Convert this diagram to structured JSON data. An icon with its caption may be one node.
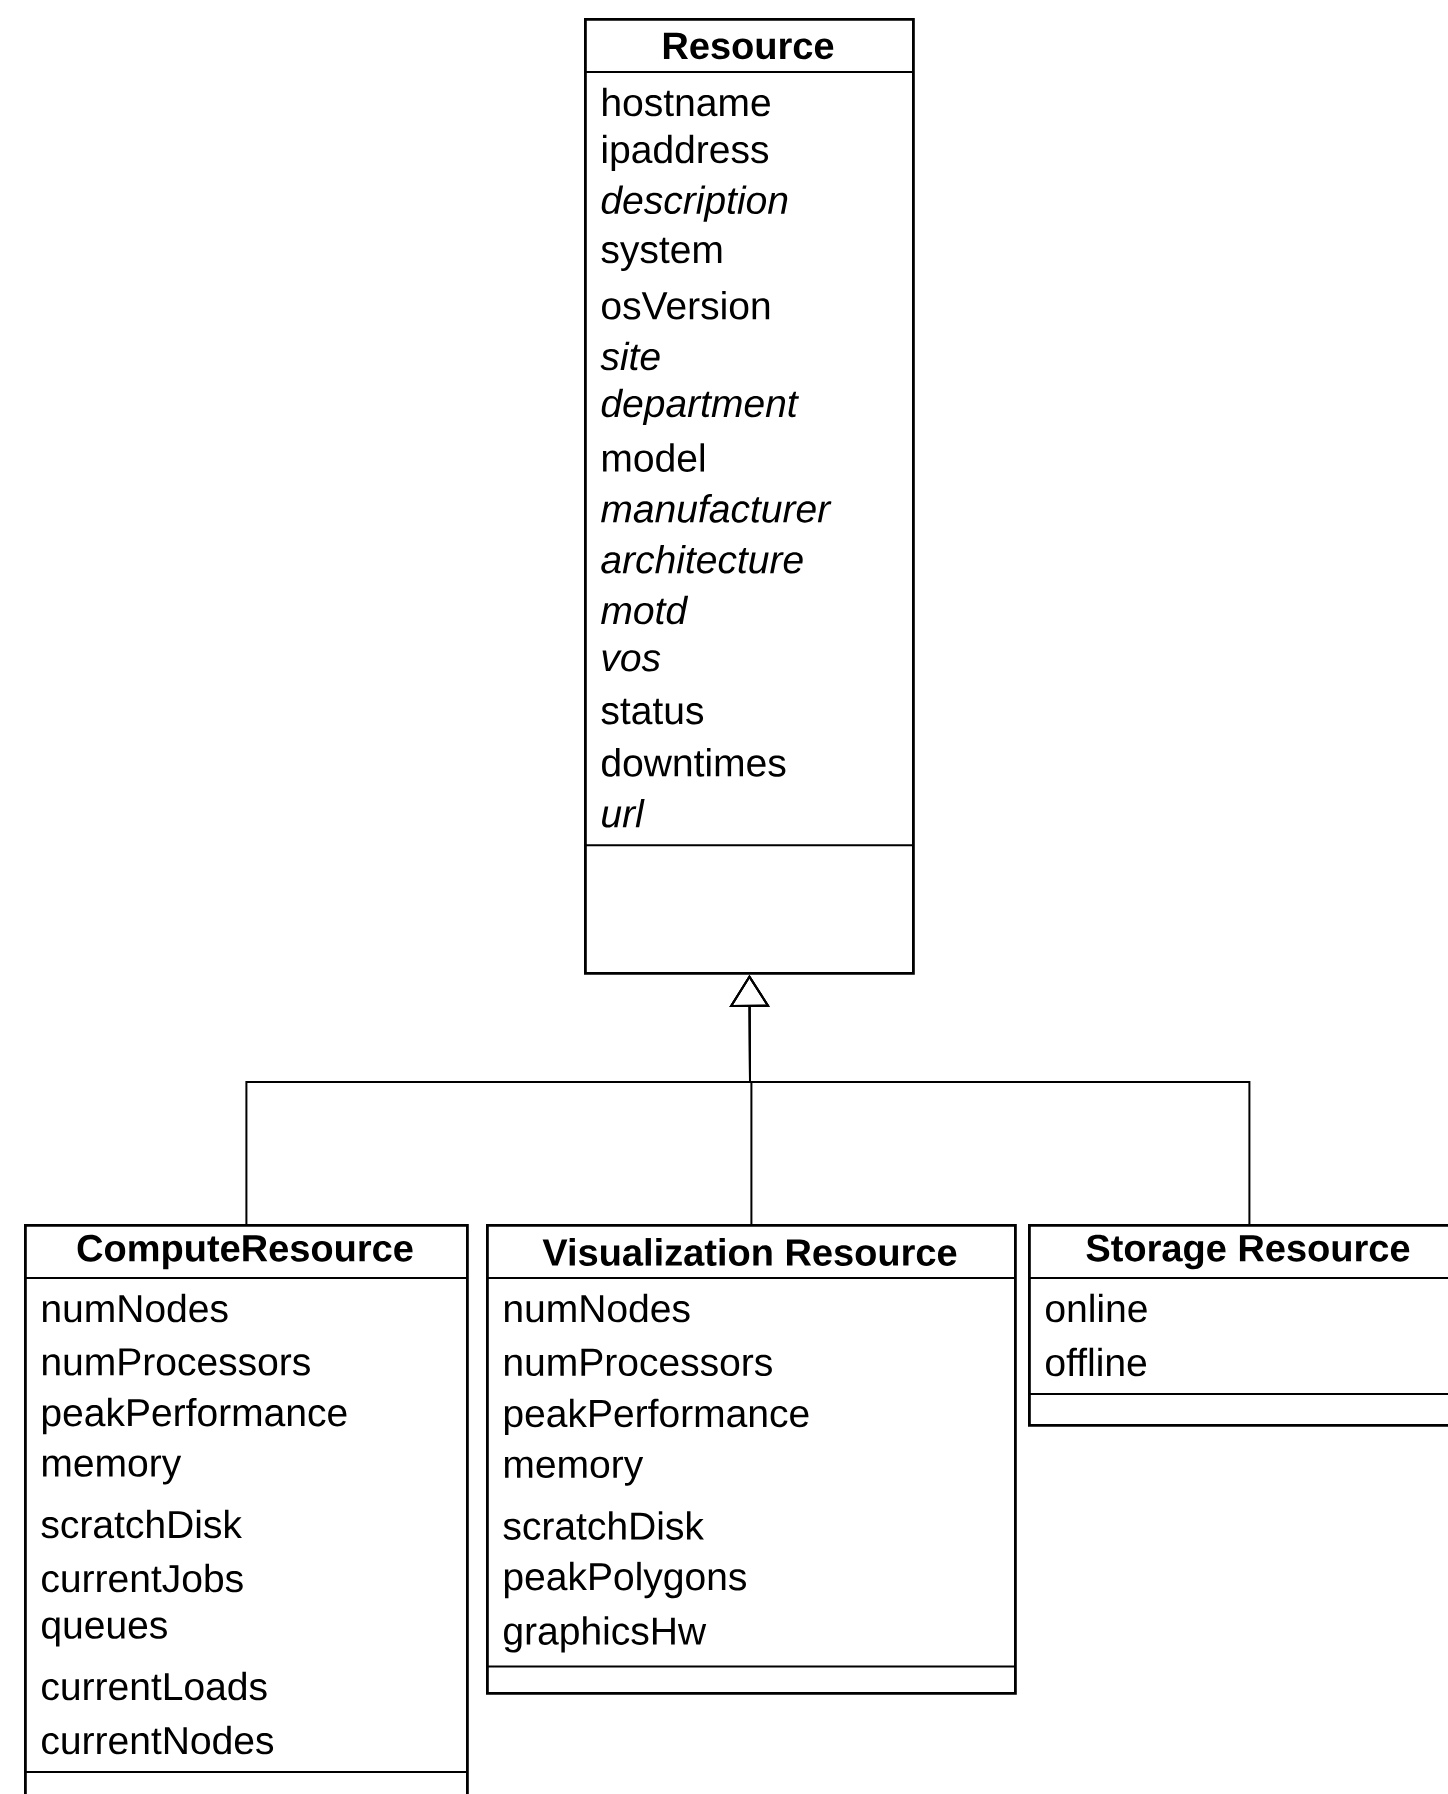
{
  "diagram": {
    "nodes": [
      {
        "text": [
          "Resource",
          "hostname",
          "ipaddress",
          "*description*",
          "system",
          "osVersion",
          "*site*",
          "*department*",
          "model",
          "*manufacturer*",
          "*architecture*",
          "*motd*",
          "*vos*",
          "status",
          "downtimes",
          "*url*"
        ]
      },
      {
        "text": [
          "ComputeResource",
          "numNodes",
          "numProcessors",
          "peakPerformance",
          "memory",
          "scratchDisk",
          "currentJobs",
          "queues",
          "currentLoads",
          "currentNodes"
        ]
      },
      {
        "text": [
          "Visualization Resource",
          "numNodes",
          "numProcessors",
          "peakPerformance",
          "memory",
          "scratchDisk",
          "peakPolygons",
          "graphicsHw"
        ]
      },
      {
        "text": [
          "Storage Resource",
          "online",
          "offline"
        ]
      }
    ],
    "edges": [
      {
        "from": 1,
        "to": 0,
        "arrow": "to"
      },
      {
        "from": 2,
        "to": 0,
        "arrow": "to"
      },
      {
        "from": 3,
        "to": 0,
        "arrow": "to"
      }
    ]
  }
}
